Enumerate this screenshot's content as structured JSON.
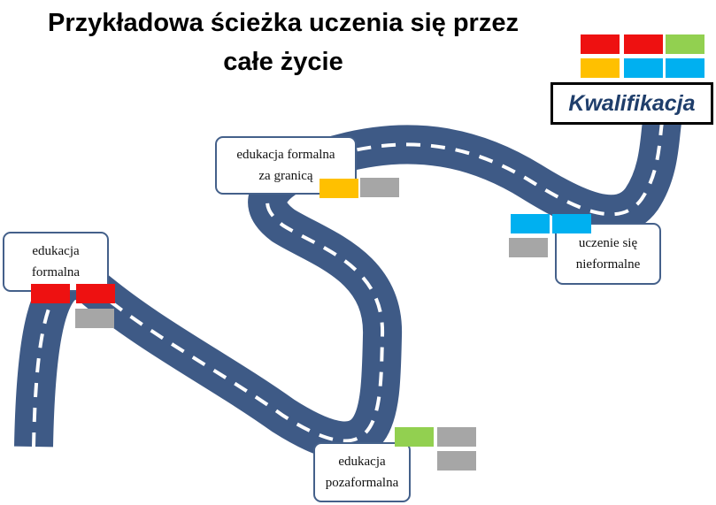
{
  "title": {
    "line1": "Przykładowa ścieżka uczenia się przez",
    "line2": "całe życie"
  },
  "stations": {
    "formal": {
      "line1": "edukacja",
      "line2": "formalna"
    },
    "formal_abroad": {
      "line1": "edukacja formalna",
      "line2": "za granicą"
    },
    "nonformal": {
      "line1": "edukacja",
      "line2": "pozaformalna"
    },
    "informal": {
      "line1": "uczenie się",
      "line2": "nieformalne"
    }
  },
  "qualification": {
    "label": "Kwalifikacja"
  },
  "colors": {
    "road": "#3e5a86",
    "road_marking": "#ffffff",
    "box_border": "#44608a",
    "red": "#ee1111",
    "yellow": "#ffc000",
    "green": "#92d050",
    "blue": "#00b0f0",
    "gray": "#a6a6a6"
  }
}
